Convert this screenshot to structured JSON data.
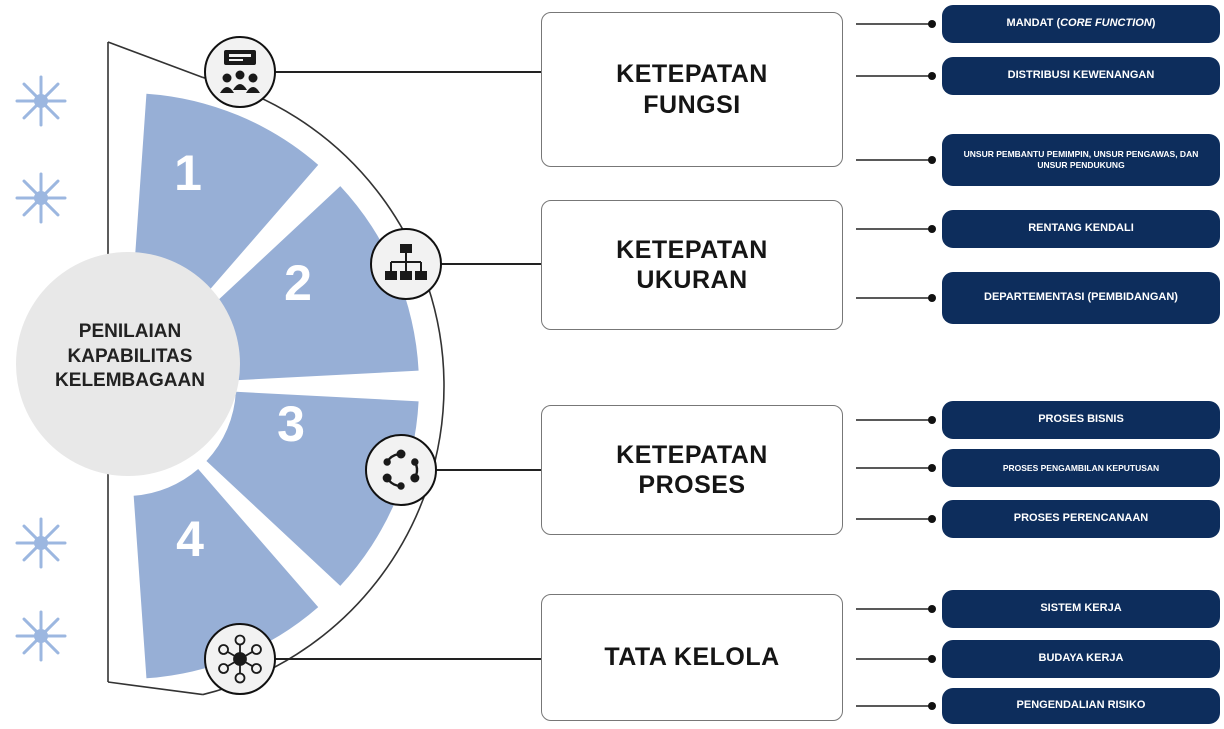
{
  "center_title": [
    "PENILAIAN",
    "KAPABILITAS",
    "KELEMBAGAAN"
  ],
  "colors": {
    "segment": "#97afd6",
    "circle": "#e8e8e8",
    "pill": "#0d2d5c",
    "snowflake": "#9cb7e0"
  },
  "segments": [
    {
      "number": "1"
    },
    {
      "number": "2"
    },
    {
      "number": "3"
    },
    {
      "number": "4"
    }
  ],
  "branches": [
    {
      "icon": "meeting-presentation-icon",
      "lines": [
        "KETEPATAN",
        "FUNGSI"
      ],
      "items": [
        {
          "text": "MANDAT (",
          "italic": "CORE FUNCTION",
          "text_end": ")"
        },
        {
          "text": "DISTRIBUSI KEWENANGAN"
        },
        {
          "text": "UNSUR PEMBANTU PEMIMPIN, UNSUR PENGAWAS, DAN UNSUR PENDUKUNG",
          "small": true
        }
      ]
    },
    {
      "icon": "org-chart-icon",
      "lines": [
        "KETEPATAN",
        "UKURAN"
      ],
      "items": [
        {
          "text": "RENTANG KENDALI"
        },
        {
          "text": "DEPARTEMENTASI (PEMBIDANGAN)"
        }
      ]
    },
    {
      "icon": "cycle-process-icon",
      "lines": [
        "KETEPATAN",
        "PROSES"
      ],
      "items": [
        {
          "text": "PROSES BISNIS"
        },
        {
          "text": "PROSES PENGAMBILAN KEPUTUSAN",
          "small": true
        },
        {
          "text": "PROSES PERENCANAAN"
        }
      ]
    },
    {
      "icon": "network-hub-icon",
      "lines": [
        "TATA KELOLA"
      ],
      "items": [
        {
          "text": "SISTEM KERJA"
        },
        {
          "text": "BUDAYA KERJA"
        },
        {
          "text": "PENGENDALIAN RISIKO"
        }
      ]
    }
  ]
}
